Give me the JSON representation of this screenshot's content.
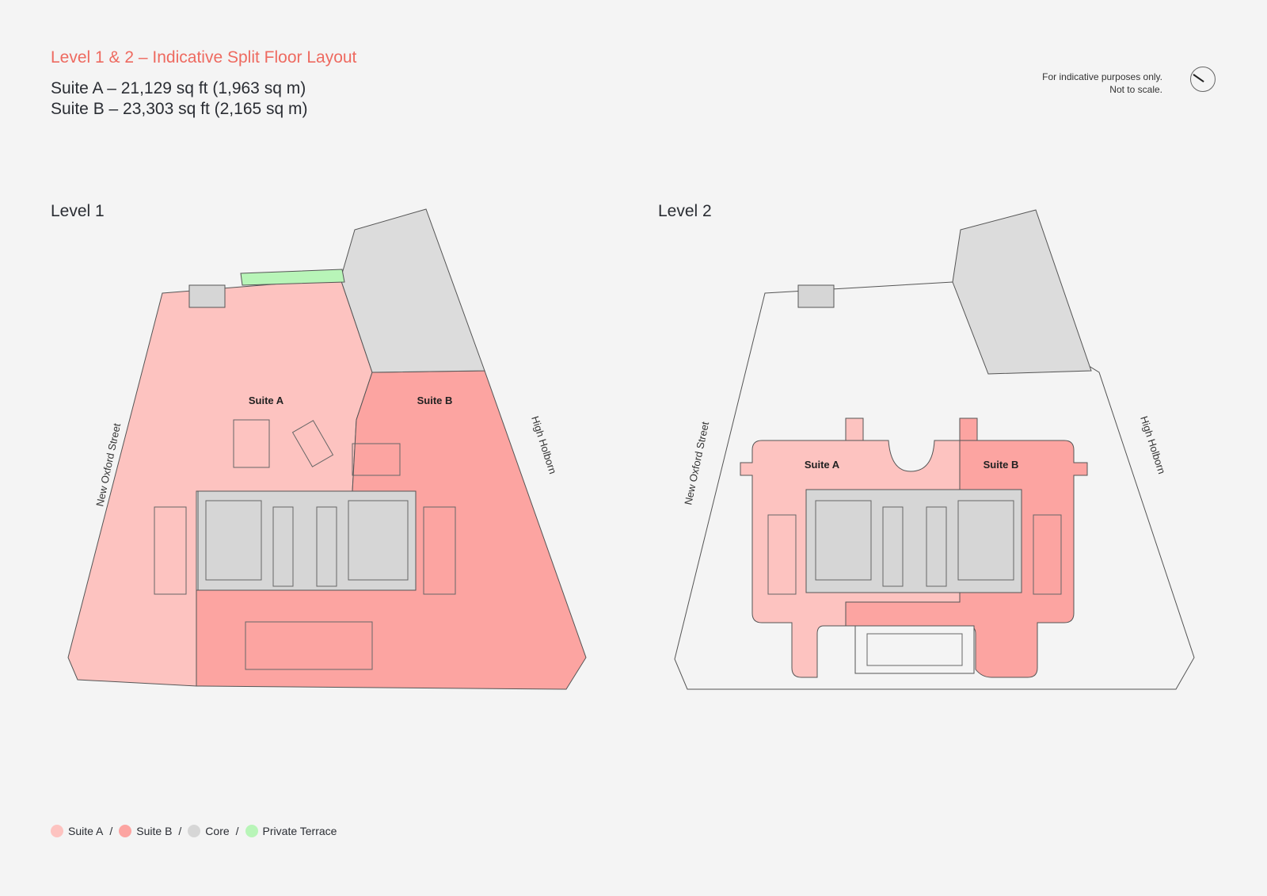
{
  "header": {
    "title": "Level 1 & 2 – Indicative Split Floor Layout",
    "suite_a_area": "Suite A – 21,129 sq ft (1,963 sq m)",
    "suite_b_area": "Suite B – 23,303 sq ft (2,165 sq m)"
  },
  "disclaimer": {
    "line1": "For indicative purposes only.",
    "line2": "Not to scale.",
    "icon": "north-compass-icon"
  },
  "plans": [
    {
      "title": "Level 1",
      "suite_a": "Suite A",
      "suite_b": "Suite B",
      "street_left": "New Oxford Street",
      "street_right": "High Holborn"
    },
    {
      "title": "Level 2",
      "suite_a": "Suite A",
      "suite_b": "Suite B",
      "street_left": "New Oxford Street",
      "street_right": "High Holborn"
    }
  ],
  "legend": [
    {
      "label": "Suite A",
      "color": "#fdc3c0"
    },
    {
      "label": "Suite B",
      "color": "#fca4a1"
    },
    {
      "label": "Core",
      "color": "#d6d6d6"
    },
    {
      "label": "Private Terrace",
      "color": "#b8f5b8"
    }
  ],
  "separator": "/"
}
